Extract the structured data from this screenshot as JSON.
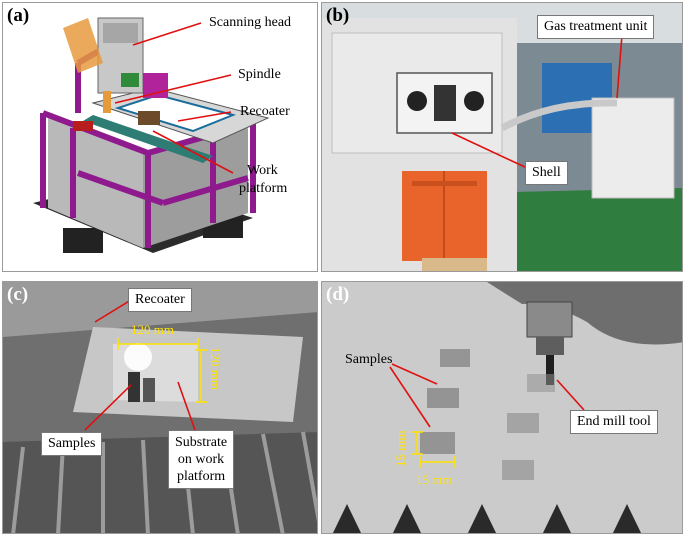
{
  "panels": {
    "a": {
      "letter": "(a)",
      "labels": {
        "scanning_head": "Scanning head",
        "spindle": "Spindle",
        "recoater": "Recoater",
        "work_platform_1": "Work",
        "work_platform_2": "platform"
      }
    },
    "b": {
      "letter": "(b)",
      "labels": {
        "gas_unit": "Gas treatment unit",
        "shell": "Shell"
      }
    },
    "c": {
      "letter": "(c)",
      "labels": {
        "recoater": "Recoater",
        "samples": "Samples",
        "substrate_1": "Substrate",
        "substrate_2": "on work",
        "substrate_3": "platform",
        "dim_h": "120 mm",
        "dim_v": "120 mm"
      }
    },
    "d": {
      "letter": "(d)",
      "labels": {
        "samples": "Samples",
        "end_mill": "End mill tool",
        "dim_v": "15 mm",
        "dim_h": "15 mm"
      }
    }
  },
  "colors": {
    "arrow": "#e01010",
    "dimension": "#ffe200",
    "frame": "#8e1a8e"
  }
}
